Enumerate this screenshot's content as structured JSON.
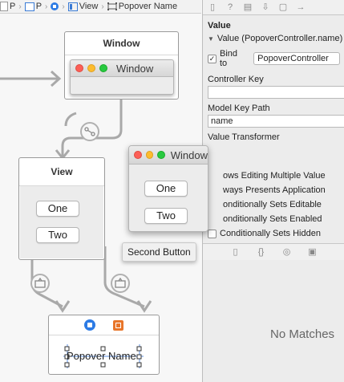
{
  "jumpbar": {
    "items": [
      {
        "label": "P",
        "icon": "file-icon"
      },
      {
        "label": "P",
        "icon": "storyboard-icon"
      },
      {
        "label": "",
        "icon": "view-controller-icon"
      },
      {
        "label": "View",
        "icon": "view-icon"
      },
      {
        "label": "Popover Name",
        "icon": "text-field-icon"
      }
    ]
  },
  "canvas": {
    "window_scene": {
      "title": "Window",
      "window_title": "Window"
    },
    "view_scene": {
      "title": "View",
      "button_one": "One",
      "button_two": "Two"
    },
    "popover_scene": {
      "label": "Popover Name"
    }
  },
  "popover": {
    "window_title": "Window",
    "button_one": "One",
    "button_two": "Two",
    "tooltip": "Second Button"
  },
  "inspector": {
    "section_title": "Value",
    "binding_header": "Value (PopoverController.name)",
    "bind_to_label": "Bind to",
    "bind_to_checked": true,
    "bind_to_value": "PopoverController",
    "controller_key_label": "Controller Key",
    "controller_key_value": "",
    "model_key_path_label": "Model Key Path",
    "model_key_path_value": "name",
    "value_transformer_label": "Value Transformer",
    "options": [
      "ows Editing Multiple Value",
      "ways Presents Application",
      "onditionally Sets Editable",
      "onditionally Sets Enabled",
      "Conditionally Sets Hidden"
    ],
    "no_matches": "No Matches"
  },
  "colors": {
    "accent": "#2c7be5",
    "close": "#fc5f57",
    "minimize": "#fdbc2e",
    "zoom": "#28c940",
    "connector": "#a9a9a9"
  }
}
